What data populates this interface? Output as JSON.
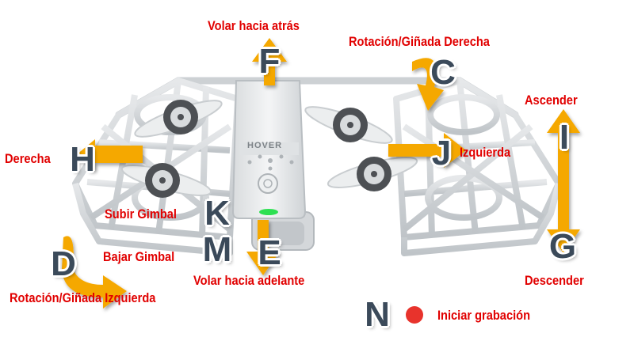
{
  "drone": {
    "brand_text": "HOVER"
  },
  "controls": [
    {
      "key": "F",
      "label": "Volar hacia atrás"
    },
    {
      "key": "C",
      "label": "Rotación/Giñada Derecha"
    },
    {
      "key": "I",
      "label": "Ascender"
    },
    {
      "key": "J",
      "label": "Izquierda"
    },
    {
      "key": "H",
      "label": "Derecha"
    },
    {
      "key": "K",
      "label": "Subir Gimbal"
    },
    {
      "key": "M",
      "label": "Bajar Gimbal"
    },
    {
      "key": "E",
      "label": "Volar hacia adelante"
    },
    {
      "key": "D",
      "label": "Rotación/Giñada Izquierda"
    },
    {
      "key": "G",
      "label": "Descender"
    },
    {
      "key": "N",
      "label": "Iniciar grabación"
    }
  ],
  "colors": {
    "label_red": "#e10000",
    "arrow_orange": "#f5a800",
    "key_slate": "#3b4a5a",
    "record_dot": "#e8332c"
  },
  "icons": [
    "arrow-icon",
    "record-dot-icon",
    "drone-image"
  ]
}
